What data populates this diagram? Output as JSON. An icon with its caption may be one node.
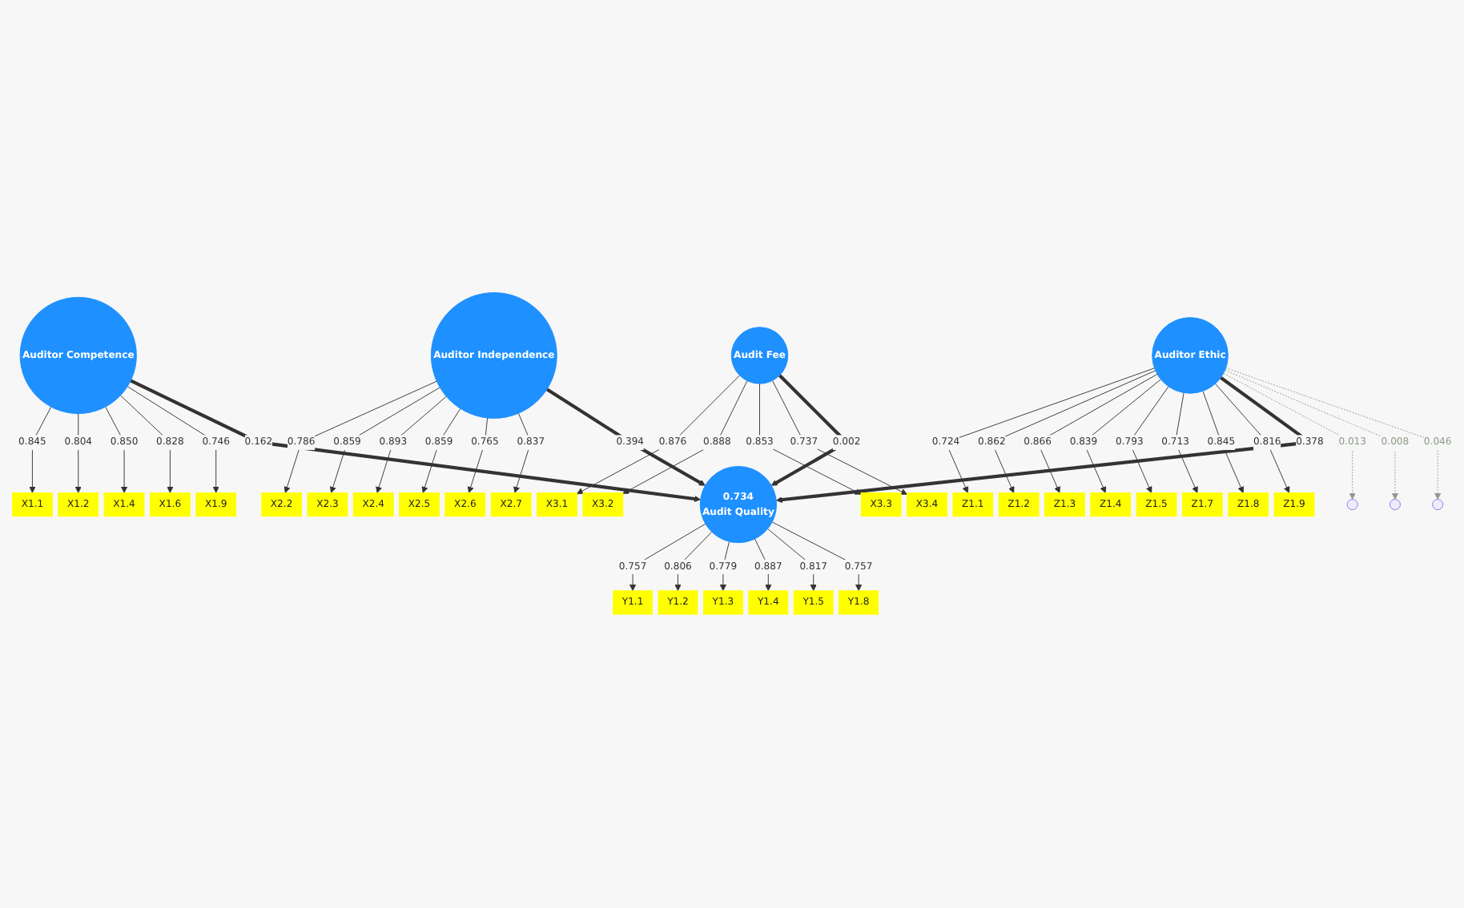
{
  "diagram": {
    "nodes": [
      {
        "text": [
          "Auditor Competence"
        ]
      },
      {
        "text": [
          "Auditor Independence"
        ]
      },
      {
        "text": [
          "Audit Fee"
        ]
      },
      {
        "text": [
          "Auditor Ethic"
        ]
      },
      {
        "text": [
          "0.734",
          "Audit Quality"
        ]
      },
      {
        "text": [
          "X1.1"
        ]
      },
      {
        "text": [
          "X1.2"
        ]
      },
      {
        "text": [
          "X1.4"
        ]
      },
      {
        "text": [
          "X1.6"
        ]
      },
      {
        "text": [
          "X1.9"
        ]
      },
      {
        "text": [
          "X2.2"
        ]
      },
      {
        "text": [
          "X2.3"
        ]
      },
      {
        "text": [
          "X2.4"
        ]
      },
      {
        "text": [
          "X2.5"
        ]
      },
      {
        "text": [
          "X2.6"
        ]
      },
      {
        "text": [
          "X2.7"
        ]
      },
      {
        "text": [
          "X3.1"
        ]
      },
      {
        "text": [
          "X3.2"
        ]
      },
      {
        "text": [
          "X3.3"
        ]
      },
      {
        "text": [
          "X3.4"
        ]
      },
      {
        "text": [
          "Y1.1"
        ]
      },
      {
        "text": [
          "Y1.2"
        ]
      },
      {
        "text": [
          "Y1.3"
        ]
      },
      {
        "text": [
          "Y1.4"
        ]
      },
      {
        "text": [
          "Y1.5"
        ]
      },
      {
        "text": [
          "Y1.8"
        ]
      },
      {
        "text": [
          "Z1.1"
        ]
      },
      {
        "text": [
          "Z1.2"
        ]
      },
      {
        "text": [
          "Z1.3"
        ]
      },
      {
        "text": [
          "Z1.4"
        ]
      },
      {
        "text": [
          "Z1.5"
        ]
      },
      {
        "text": [
          "Z1.7"
        ]
      },
      {
        "text": [
          "Z1.8"
        ]
      },
      {
        "text": [
          "Z1.9"
        ]
      },
      {
        "text": [],
        "shape": "circle"
      },
      {
        "text": [],
        "shape": "circle"
      },
      {
        "text": [],
        "shape": "circle"
      }
    ],
    "edges": [
      {
        "from": 0,
        "to": 5,
        "arrow": "to",
        "label": "0.845"
      },
      {
        "from": 0,
        "to": 6,
        "arrow": "to",
        "label": "0.804"
      },
      {
        "from": 0,
        "to": 7,
        "arrow": "to",
        "label": "0.850"
      },
      {
        "from": 0,
        "to": 8,
        "arrow": "to",
        "label": "0.828"
      },
      {
        "from": 0,
        "to": 9,
        "arrow": "to",
        "label": "0.746"
      },
      {
        "from": 1,
        "to": 10,
        "arrow": "to",
        "label": "0.786"
      },
      {
        "from": 1,
        "to": 11,
        "arrow": "to",
        "label": "0.859"
      },
      {
        "from": 1,
        "to": 12,
        "arrow": "to",
        "label": "0.893"
      },
      {
        "from": 1,
        "to": 13,
        "arrow": "to",
        "label": "0.859"
      },
      {
        "from": 1,
        "to": 14,
        "arrow": "to",
        "label": "0.765"
      },
      {
        "from": 1,
        "to": 15,
        "arrow": "to",
        "label": "0.837"
      },
      {
        "from": 2,
        "to": 16,
        "arrow": "to",
        "label": "0.876"
      },
      {
        "from": 2,
        "to": 17,
        "arrow": "to",
        "label": "0.888"
      },
      {
        "from": 2,
        "to": 18,
        "arrow": "to",
        "label": "0.853"
      },
      {
        "from": 2,
        "to": 19,
        "arrow": "to",
        "label": "0.737"
      },
      {
        "from": 4,
        "to": 20,
        "arrow": "to",
        "label": "0.757"
      },
      {
        "from": 4,
        "to": 21,
        "arrow": "to",
        "label": "0.806"
      },
      {
        "from": 4,
        "to": 22,
        "arrow": "to",
        "label": "0.779"
      },
      {
        "from": 4,
        "to": 23,
        "arrow": "to",
        "label": "0.887"
      },
      {
        "from": 4,
        "to": 24,
        "arrow": "to",
        "label": "0.817"
      },
      {
        "from": 4,
        "to": 25,
        "arrow": "to",
        "label": "0.757"
      },
      {
        "from": 3,
        "to": 26,
        "arrow": "to",
        "label": "0.724"
      },
      {
        "from": 3,
        "to": 27,
        "arrow": "to",
        "label": "0.862"
      },
      {
        "from": 3,
        "to": 28,
        "arrow": "to",
        "label": "0.866"
      },
      {
        "from": 3,
        "to": 29,
        "arrow": "to",
        "label": "0.839"
      },
      {
        "from": 3,
        "to": 30,
        "arrow": "to",
        "label": "0.793"
      },
      {
        "from": 3,
        "to": 31,
        "arrow": "to",
        "label": "0.713"
      },
      {
        "from": 3,
        "to": 32,
        "arrow": "to",
        "label": "0.845"
      },
      {
        "from": 3,
        "to": 33,
        "arrow": "to",
        "label": "0.816"
      },
      {
        "from": 0,
        "to": 4,
        "arrow": "to",
        "label": "0.162",
        "style": "thick"
      },
      {
        "from": 1,
        "to": 4,
        "arrow": "to",
        "label": "0.394",
        "style": "thick"
      },
      {
        "from": 2,
        "to": 4,
        "arrow": "to",
        "label": "0.002",
        "style": "thick"
      },
      {
        "from": 3,
        "to": 4,
        "arrow": "to",
        "label": "0.378",
        "style": "thick"
      },
      {
        "from": 3,
        "to": 34,
        "arrow": "to",
        "label": "0.013",
        "style": "dashed",
        "color": "#8c9a88"
      },
      {
        "from": 3,
        "to": 35,
        "arrow": "to",
        "label": "0.008",
        "style": "dashed",
        "color": "#8c9a88"
      },
      {
        "from": 3,
        "to": 36,
        "arrow": "to",
        "label": "0.046",
        "style": "dashed",
        "color": "#8c9a88"
      }
    ]
  }
}
